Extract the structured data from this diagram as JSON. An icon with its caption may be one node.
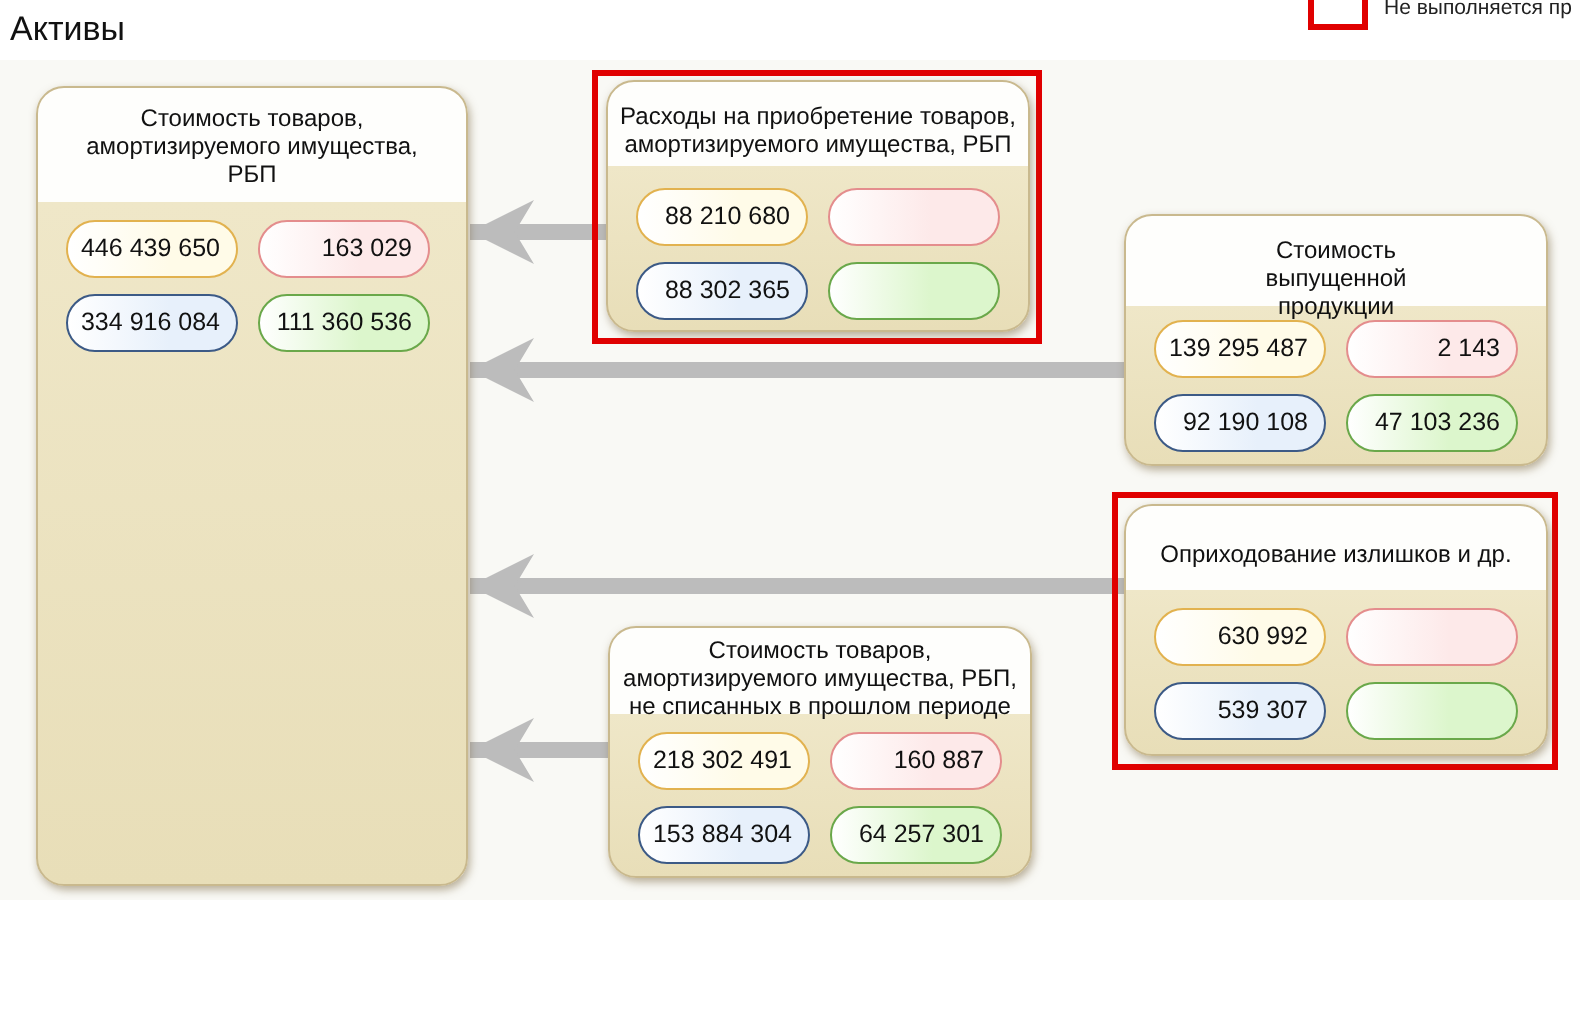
{
  "diagram": {
    "title": "Активы",
    "nodes": [
      {
        "text": [
          "Стоимость товаров, амортизируемого имущества, РБП"
        ]
      },
      {
        "text": [
          "446 439 650"
        ],
        "in": 0
      },
      {
        "text": [
          "163 029"
        ],
        "in": 0
      },
      {
        "text": [
          "334 916 084"
        ],
        "in": 0
      },
      {
        "text": [
          "111 360 536"
        ],
        "in": 0
      },
      {
        "text": [],
        "shape": "box"
      },
      {
        "text": [
          "Расходы на приобретение товаров, амортизируемого имущества, РБП"
        ],
        "in": 5
      },
      {
        "text": [
          "88 210 680"
        ],
        "in": 6
      },
      {
        "text": [],
        "shape": "box",
        "in": 6
      },
      {
        "text": [
          "88 302 365"
        ],
        "in": 6
      },
      {
        "text": [],
        "shape": "box",
        "in": 6
      },
      {
        "text": [
          "Стоимость выпущенной продукции"
        ]
      },
      {
        "text": [
          "139 295 487"
        ],
        "in": 11
      },
      {
        "text": [
          "2 143"
        ],
        "in": 11
      },
      {
        "text": [
          "92 190 108"
        ],
        "in": 11
      },
      {
        "text": [
          "47 103 236"
        ],
        "in": 11
      },
      {
        "text": [],
        "shape": "box"
      },
      {
        "text": [
          "Оприходование излишков и др."
        ],
        "in": 16
      },
      {
        "text": [
          "630 992"
        ],
        "in": 17
      },
      {
        "text": [],
        "shape": "box",
        "in": 17
      },
      {
        "text": [
          "539 307"
        ],
        "in": 17
      },
      {
        "text": [],
        "shape": "box",
        "in": 17
      },
      {
        "text": [
          "Стоимость товаров, амортизируемого имущества, РБП, не списанных в прошлом периоде"
        ]
      },
      {
        "text": [
          "218 302 491"
        ],
        "in": 22
      },
      {
        "text": [
          "160 887"
        ],
        "in": 22
      },
      {
        "text": [
          "153 884 304"
        ],
        "in": 22
      },
      {
        "text": [
          "64 257 301"
        ],
        "in": 22
      }
    ],
    "edges": [
      {
        "from": 6,
        "to": 0,
        "arrow": "to"
      },
      {
        "from": 11,
        "to": 0,
        "arrow": "to"
      },
      {
        "from": 17,
        "to": 0,
        "arrow": "to"
      },
      {
        "from": 22,
        "to": 0,
        "arrow": "to"
      }
    ],
    "legend": [
      {
        "text": "Не выполняется пр"
      }
    ]
  }
}
